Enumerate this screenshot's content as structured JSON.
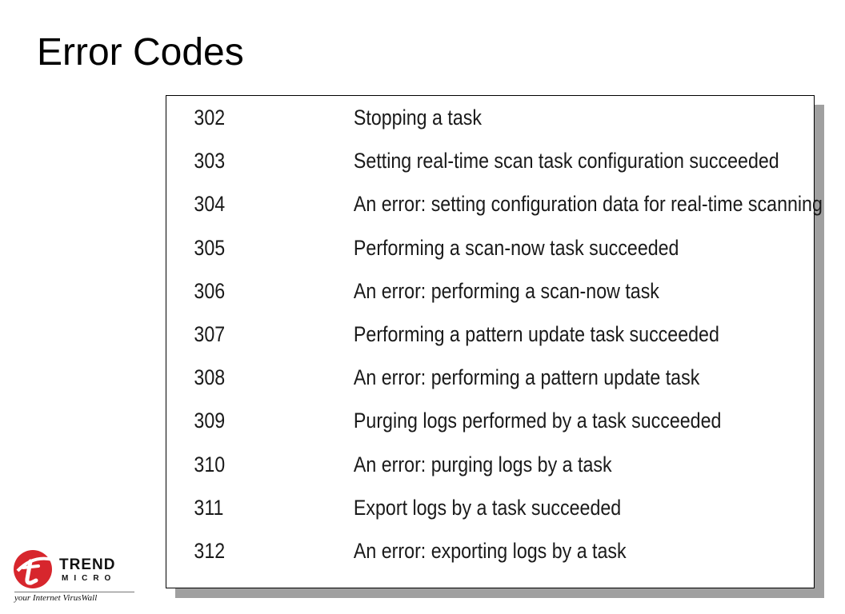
{
  "slide": {
    "title": "Error Codes"
  },
  "error_codes": [
    {
      "code": "302",
      "description": "Stopping a task"
    },
    {
      "code": "303",
      "description": "Setting real-time scan task configuration succeeded"
    },
    {
      "code": "304",
      "description": "An error: setting configuration data for real-time scanning"
    },
    {
      "code": "305",
      "description": "Performing a scan-now task succeeded"
    },
    {
      "code": "306",
      "description": "An error: performing a scan-now task"
    },
    {
      "code": "307",
      "description": "Performing a pattern update task succeeded"
    },
    {
      "code": "308",
      "description": "An error: performing a pattern update task"
    },
    {
      "code": "309",
      "description": "Purging logs performed by a task succeeded"
    },
    {
      "code": "310",
      "description": "An error: purging logs by a task"
    },
    {
      "code": "311",
      "description": "Export logs by a task succeeded"
    },
    {
      "code": "312",
      "description": "An error: exporting logs by a task"
    }
  ],
  "logo": {
    "brand_line1": "TREND",
    "brand_line2": "MICRO",
    "tagline": "your Internet VirusWall",
    "icon": "trend-micro-logo-icon",
    "accent_color": "#d7262d"
  }
}
